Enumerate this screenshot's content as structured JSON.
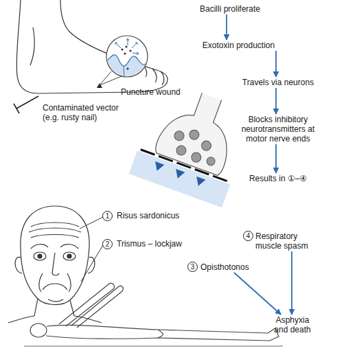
{
  "diagram": {
    "nodes": [
      {
        "text": [
          "Bacilli proliferate"
        ]
      },
      {
        "text": [
          "Exotoxin production"
        ]
      },
      {
        "text": [
          "Travels via neurons"
        ]
      },
      {
        "text": [
          "Blocks inhibitory neurotransmitters at motor nerve ends"
        ]
      },
      {
        "text": [
          "Results in ①–④"
        ]
      },
      {
        "text": [
          "Respiratory muscle spasm"
        ]
      },
      {
        "text": [
          "Opisthotonos"
        ]
      },
      {
        "text": [
          "Asphyxia and death"
        ]
      }
    ],
    "edges": [
      {
        "from": 0,
        "to": 1,
        "arrow": "to"
      },
      {
        "from": 1,
        "to": 2,
        "arrow": "to"
      },
      {
        "from": 2,
        "to": 3,
        "arrow": "to"
      },
      {
        "from": 3,
        "to": 4,
        "arrow": "to"
      },
      {
        "from": 5,
        "to": 7,
        "arrow": "to"
      },
      {
        "from": 6,
        "to": 7,
        "arrow": "to"
      }
    ],
    "labels": [
      "Puncture wound",
      "Contaminated vector (e.g. rusty nail)",
      "1",
      "Risus sardonicus",
      "2",
      "Trismus – lockjaw",
      "3",
      "4"
    ]
  }
}
